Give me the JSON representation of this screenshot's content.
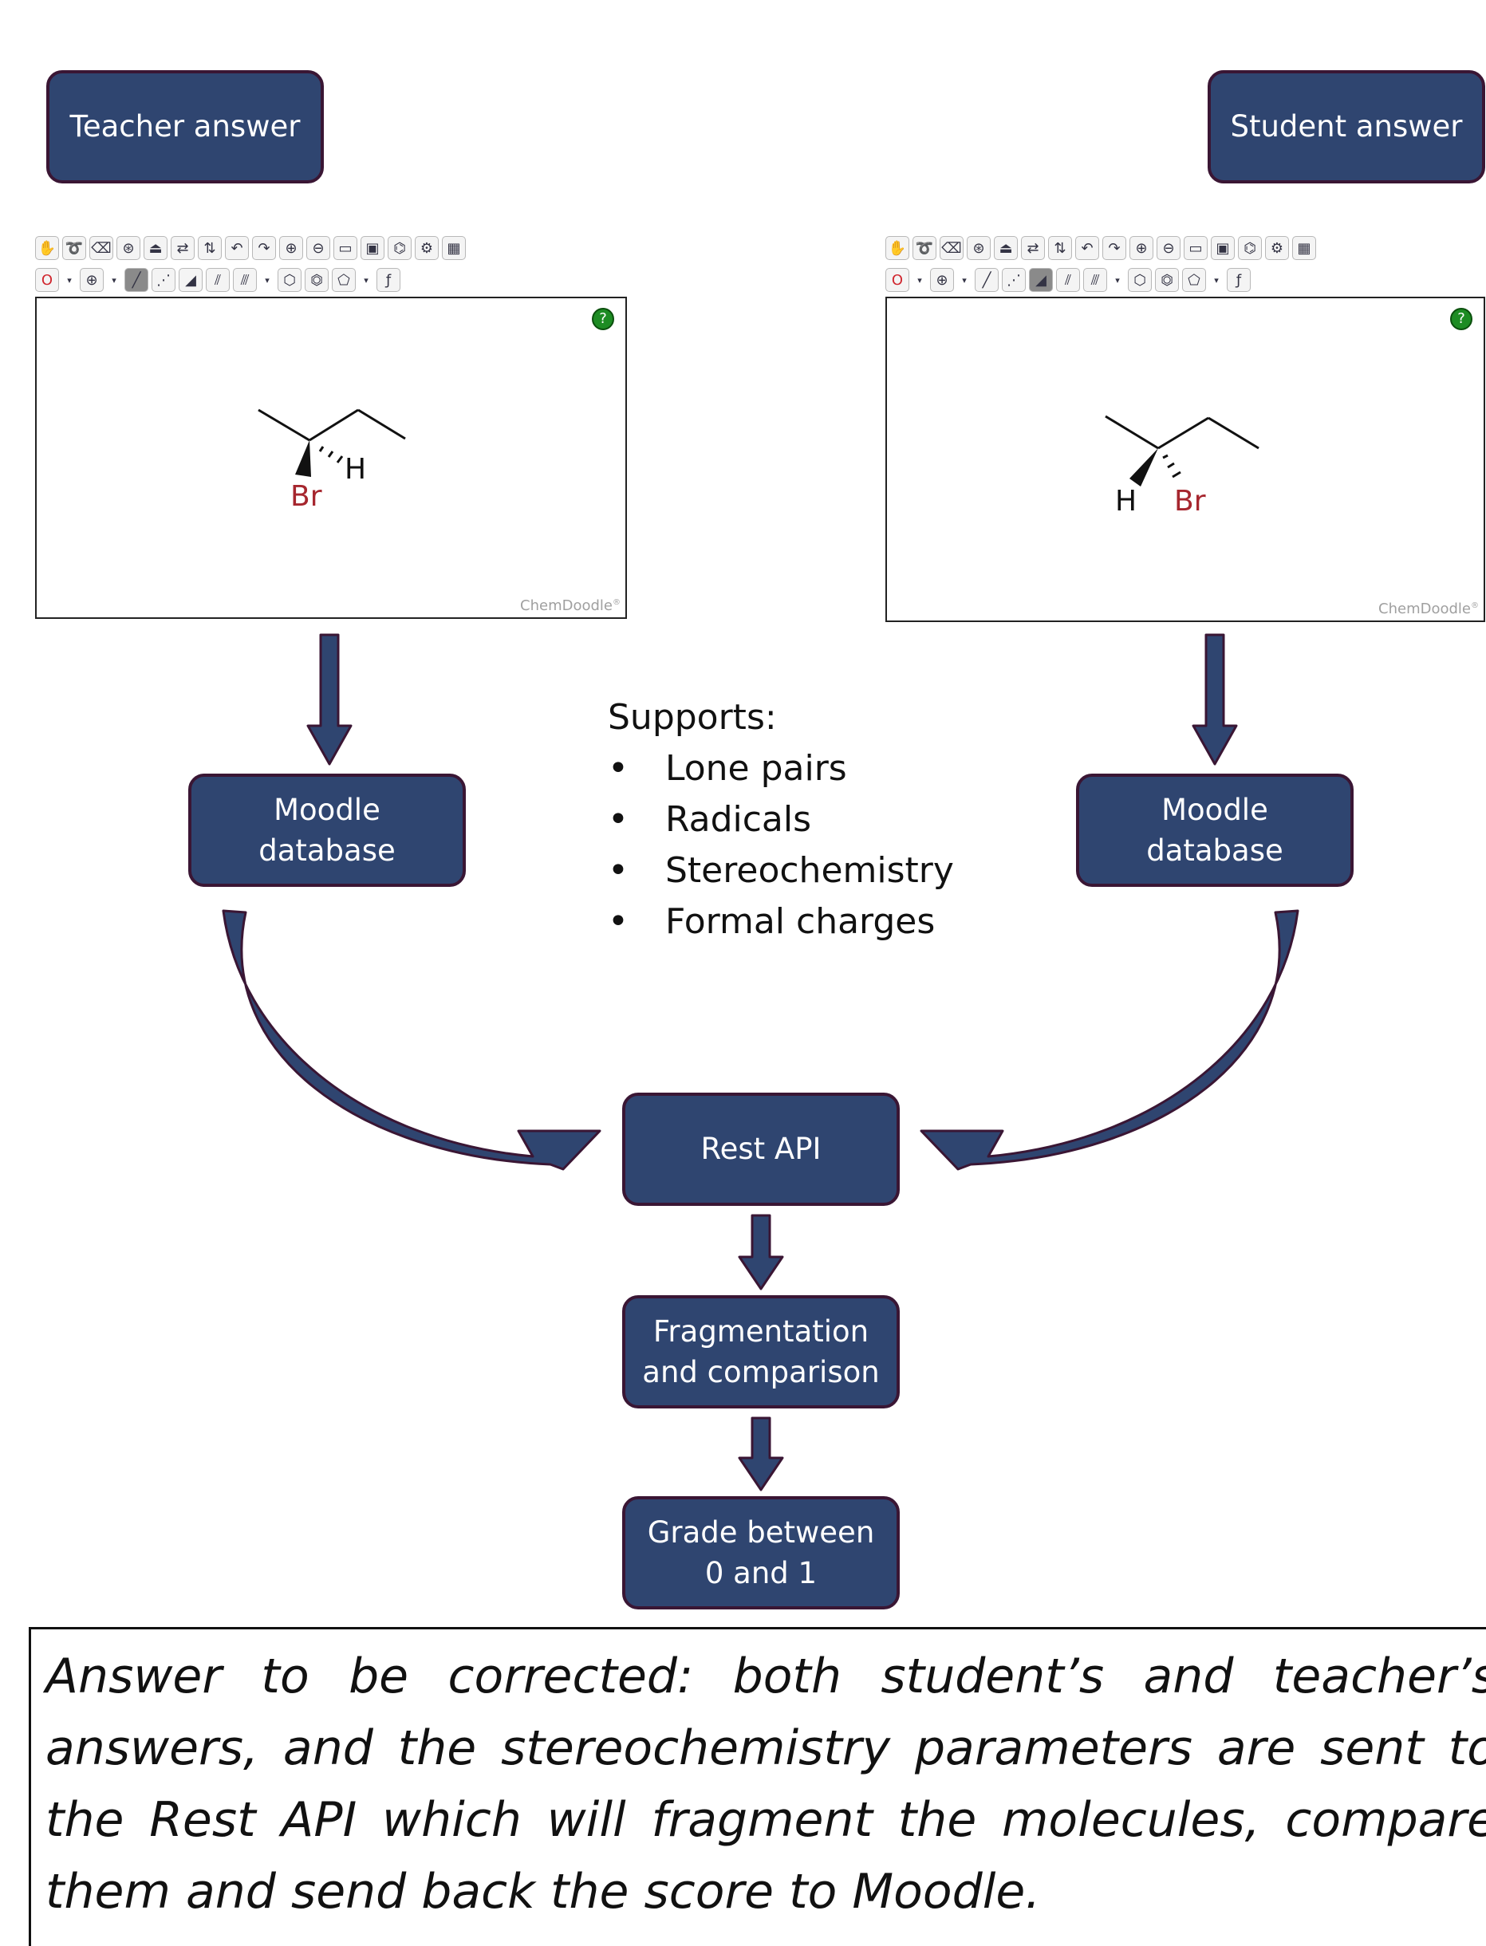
{
  "nodes": {
    "teacher_answer": "Teacher answer",
    "student_answer": "Student answer",
    "moodle_db_left": [
      "Moodle",
      "database"
    ],
    "moodle_db_right": [
      "Moodle",
      "database"
    ],
    "rest_api": "Rest API",
    "fragmentation": [
      "Fragmentation",
      "and comparison"
    ],
    "grade": [
      "Grade between",
      "0 and 1"
    ]
  },
  "editor": {
    "watermark": "ChemDoodle",
    "help_icon": "?",
    "toolbar_icons_top": [
      "hand-icon",
      "lasso-icon",
      "eraser-icon",
      "center-icon",
      "clear-icon",
      "flip-horizontal-icon",
      "flip-vertical-icon",
      "undo-icon",
      "redo-icon",
      "zoom-in-icon",
      "zoom-out-icon",
      "open-icon",
      "save-icon",
      "templates-icon",
      "settings-icon",
      "calculator-icon"
    ],
    "toolbar_icons_bottom": [
      "atom-o-icon",
      "dropdown-icon",
      "charge-icon",
      "dropdown-icon",
      "single-bond-icon",
      "hash-bond-icon",
      "wedge-bond-icon",
      "double-bond-icon",
      "triple-bond-icon",
      "dropdown-icon",
      "hexagon-icon",
      "benzene-icon",
      "pentagon-icon",
      "dropdown-icon",
      "chain-icon"
    ],
    "atom_label_o": "O"
  },
  "molecules": {
    "teacher": {
      "h_label": "H",
      "br_label": "Br"
    },
    "student": {
      "h_label": "H",
      "br_label": "Br"
    }
  },
  "supports": {
    "heading": "Supports:",
    "items": [
      "Lone pairs",
      "Radicals",
      "Stereochemistry",
      "Formal charges"
    ]
  },
  "caption": "Answer to be corrected: both student’s and teacher’s answers, and the stereochemistry parameters are sent to the Rest API which will fragment the molecules, compare them and send back the score to Moodle.",
  "colors": {
    "node_fill": "#2f4570",
    "node_border": "#3a1634",
    "arrow_fill": "#2f4570",
    "bromine": "#a6262e"
  }
}
